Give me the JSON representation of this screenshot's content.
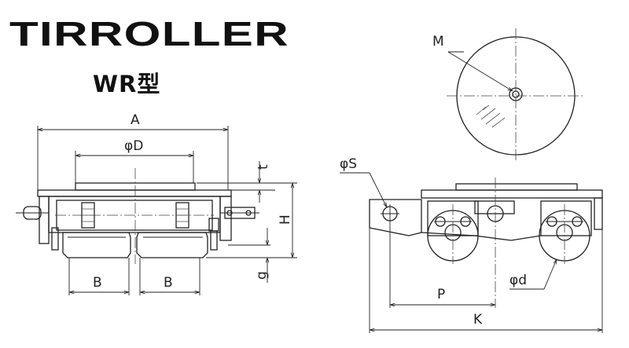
{
  "brand": {
    "name": "TIRROLLER"
  },
  "model": {
    "label": "WR型"
  },
  "dimensions": {
    "A": "A",
    "D": "φD",
    "t": "t",
    "H": "H",
    "B_left": "B",
    "B_right": "B",
    "g": "g",
    "M": "M",
    "S": "φS",
    "P": "P",
    "d": "φd",
    "K": "K"
  },
  "colors": {
    "line": "#222222",
    "background": "#ffffff"
  }
}
